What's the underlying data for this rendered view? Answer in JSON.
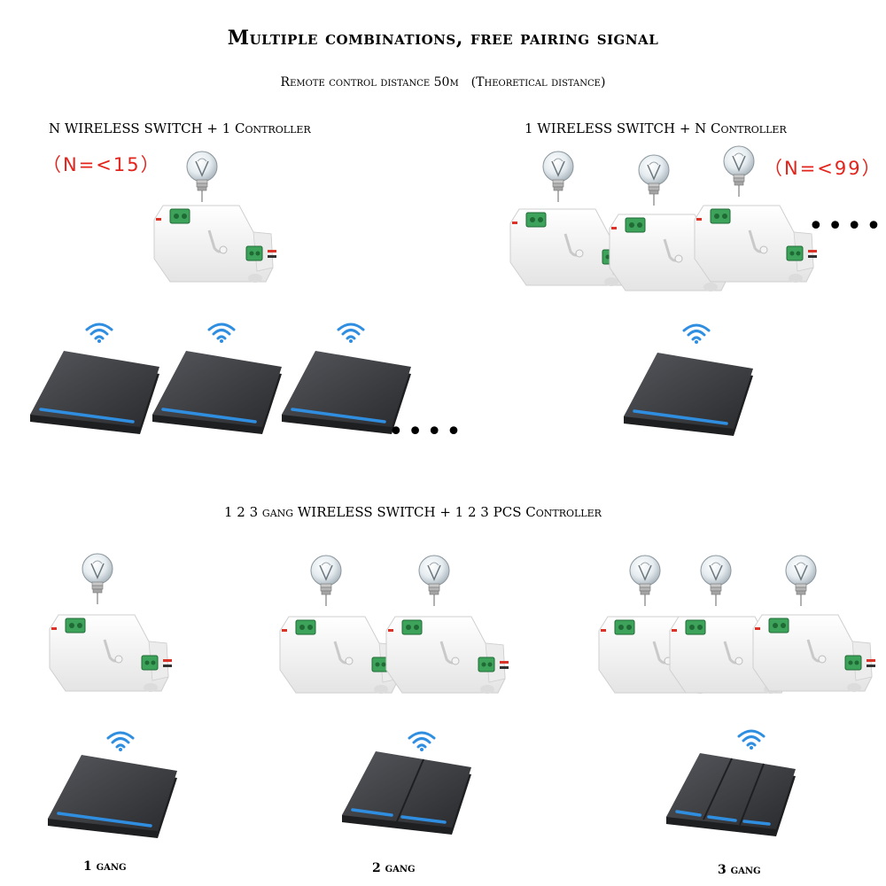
{
  "heading": {
    "title": "Multiple combinations, free pairing signal",
    "subtitle": "Remote control distance 50m　(Theoretical distance)"
  },
  "scenario_n_to_1": {
    "label": "N WIRELESS SWITCH  +  1 Controller",
    "limit": "（N=<15）",
    "ellipsis": "••••"
  },
  "scenario_1_to_n": {
    "label": "1 WIRELESS SWITCH  +  N Controller",
    "limit": "（N=<99）",
    "ellipsis": "••••"
  },
  "scenario_gang": {
    "label": "1 2 3 gang WIRELESS SWITCH  +  1 2 3 PCS Controller",
    "gang_labels": [
      "1 gang",
      "2 gang",
      "3 gang"
    ]
  },
  "icons": {
    "bulb": "light-bulb-icon",
    "receiver": "receiver-module-icon",
    "switch": "wall-switch-panel-icon",
    "wifi": "wifi-signal-icon"
  },
  "colors": {
    "limit_text": "#e3241c",
    "switch_panel": "#3a3c40",
    "switch_led": "#2f8ee0",
    "wifi": "#2f8ee0",
    "receiver_terminal": "#3ea35a"
  }
}
